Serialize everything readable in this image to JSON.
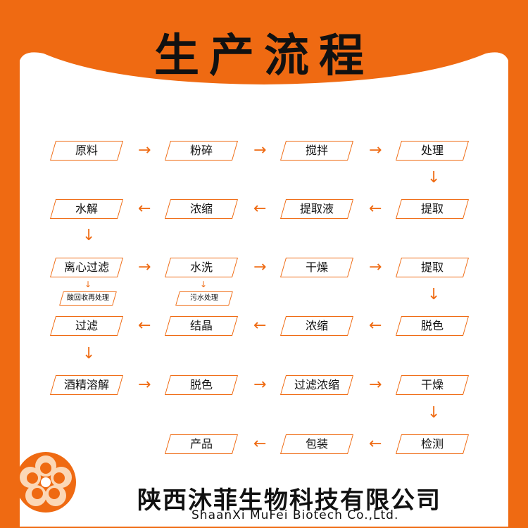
{
  "title": "生产流程",
  "company": {
    "name_cn": "陕西沐菲生物科技有限公司",
    "name_en": "ShaanXi MuFei Biotech Co.,Ltd."
  },
  "steps": {
    "r1c1": "原料",
    "r1c2": "粉碎",
    "r1c3": "搅拌",
    "r1c4": "处理",
    "r2c1": "水解",
    "r2c2": "浓缩",
    "r2c3": "提取液",
    "r2c4": "提取",
    "r3c1": "离心过滤",
    "r3c2": "水洗",
    "r3c3": "干燥",
    "r3c4": "提取",
    "r4c1": "过滤",
    "r4c2": "结晶",
    "r4c3": "浓缩",
    "r4c4": "脱色",
    "r5c1": "酒精溶解",
    "r5c2": "脱色",
    "r5c3": "过滤浓缩",
    "r5c4": "干燥",
    "r6c2": "产品",
    "r6c3": "包装",
    "r6c4": "检测"
  },
  "sub_steps": {
    "acid_recovery": "酸回收再处理",
    "wastewater": "污水处理"
  },
  "colors": {
    "accent": "#ef6a12",
    "text": "#111111",
    "panel": "#ffffff"
  }
}
